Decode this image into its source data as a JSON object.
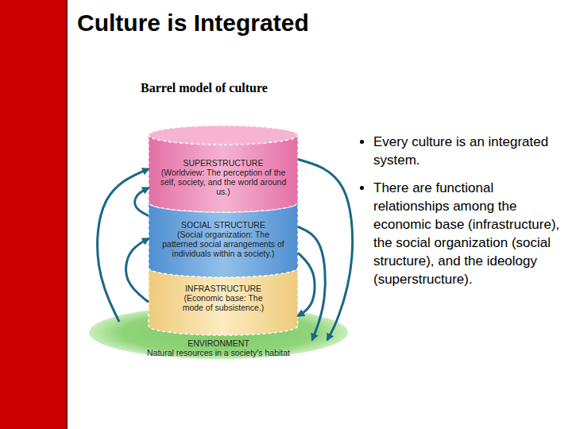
{
  "diagram": {
    "title": "Culture is Integrated",
    "nodes": [
      {
        "text": [
          "SUPERSTRUCTURE",
          "(Worldview: The perception of the self, society, and the world around us.)"
        ]
      },
      {
        "text": [
          "SOCIAL STRUCTURE",
          "(Social organization: The patterned social arrangements of individuals within a society.)"
        ]
      },
      {
        "text": [
          "INFRASTRUCTURE",
          "(Economic base: The mode of subsistence.)"
        ]
      },
      {
        "text": [
          "ENVIRONMENT",
          "Natural resources in a society's habitat"
        ]
      }
    ],
    "edges": [
      {
        "from": 3,
        "to": 0,
        "arrow": "to"
      },
      {
        "from": 2,
        "to": 1,
        "arrow": "to"
      },
      {
        "from": 1,
        "to": 0,
        "arrow": "to"
      },
      {
        "from": 0,
        "to": 3,
        "arrow": "to"
      },
      {
        "from": 1,
        "to": 3,
        "arrow": "to"
      },
      {
        "from": 1,
        "to": 2,
        "arrow": "to"
      }
    ],
    "labels": [
      "Barrel model of culture",
      "Every culture is an integrated system.",
      "There are functional relationships among the economic base (infrastructure), the social organization (social structure), and the ideology (superstructure)."
    ]
  }
}
